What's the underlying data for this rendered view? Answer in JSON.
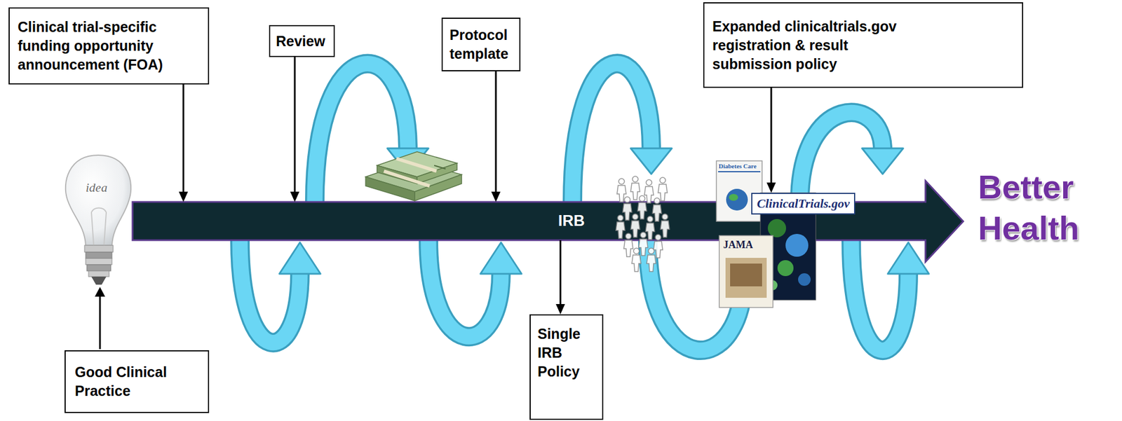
{
  "diagram": {
    "nodes": [
      {
        "text": [
          "Clinical trial-specific funding opportunity announcement (FOA)"
        ]
      },
      {
        "text": [
          "Review"
        ]
      },
      {
        "text": [
          "Protocol template"
        ]
      },
      {
        "text": [
          "Expanded clinicaltrials.gov registration & result submission policy"
        ]
      },
      {
        "text": [
          "IRB"
        ]
      },
      {
        "text": [
          "ClinicalTrials.gov"
        ]
      },
      {
        "text": [
          "Good Clinical Practice"
        ]
      },
      {
        "text": [
          "Single IRB Policy"
        ]
      }
    ],
    "edges": [
      {
        "from": 0,
        "to": 4,
        "arrow": "to"
      },
      {
        "from": 1,
        "to": 4,
        "arrow": "to"
      },
      {
        "from": 2,
        "to": 4,
        "arrow": "to"
      },
      {
        "from": 3,
        "to": 5,
        "arrow": "to"
      },
      {
        "from": 4,
        "to": 7,
        "arrow": "to"
      }
    ],
    "labels": [
      "idea",
      "Diabetes Care",
      "JAMA",
      "Better Health"
    ]
  }
}
